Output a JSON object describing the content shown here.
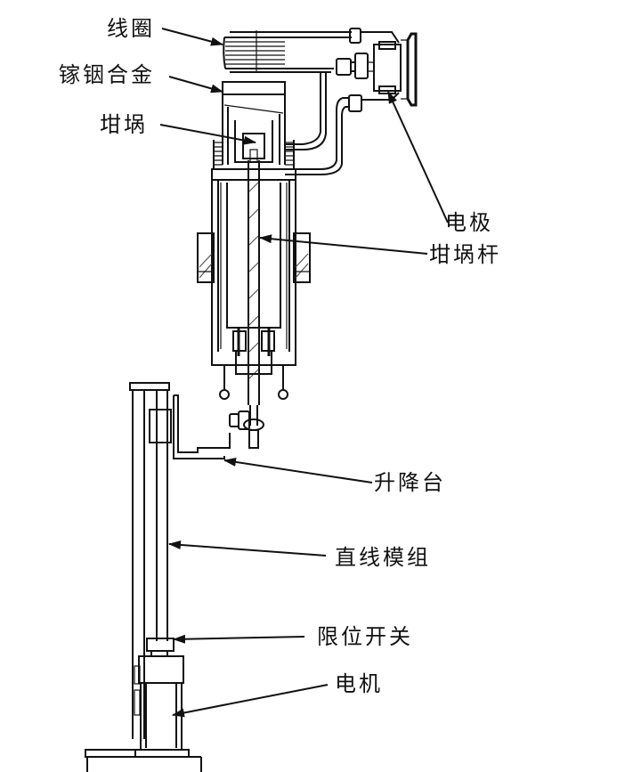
{
  "diagram": {
    "labels": {
      "coil": "线圈",
      "alloy": "镓铟合金",
      "crucible": "坩埚",
      "electrode": "电极",
      "crucible_rod": "坩埚杆",
      "lift_platform": "升降台",
      "linear_module": "直线模组",
      "limit_switch": "限位开关",
      "motor": "电机"
    },
    "colors": {
      "line": "#111111",
      "background": "#ffffff"
    }
  }
}
